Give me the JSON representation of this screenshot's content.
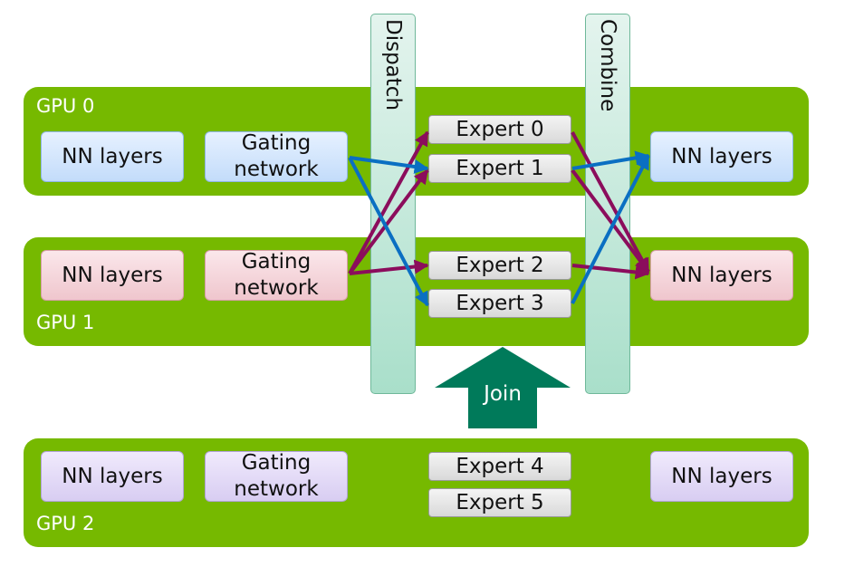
{
  "gpus": [
    {
      "label": "GPU 0",
      "nn_left": "NN layers",
      "gating": "Gating\nnetwork",
      "nn_right": "NN layers",
      "experts": [
        "Expert 0",
        "Expert 1"
      ]
    },
    {
      "label": "GPU 1",
      "nn_left": "NN layers",
      "gating": "Gating\nnetwork",
      "nn_right": "NN layers",
      "experts": [
        "Expert 2",
        "Expert 3"
      ]
    },
    {
      "label": "GPU 2",
      "nn_left": "NN layers",
      "gating": "Gating\nnetwork",
      "nn_right": "NN layers",
      "experts": [
        "Expert 4",
        "Expert 5"
      ]
    }
  ],
  "dispatch_label": "Dispatch",
  "combine_label": "Combine",
  "join_label": "Join",
  "colors": {
    "gpu_green": "#76b900",
    "route_gpu0": "#0a6fc2",
    "route_gpu1": "#8b0d5c",
    "join_arrow": "#007a5a"
  }
}
